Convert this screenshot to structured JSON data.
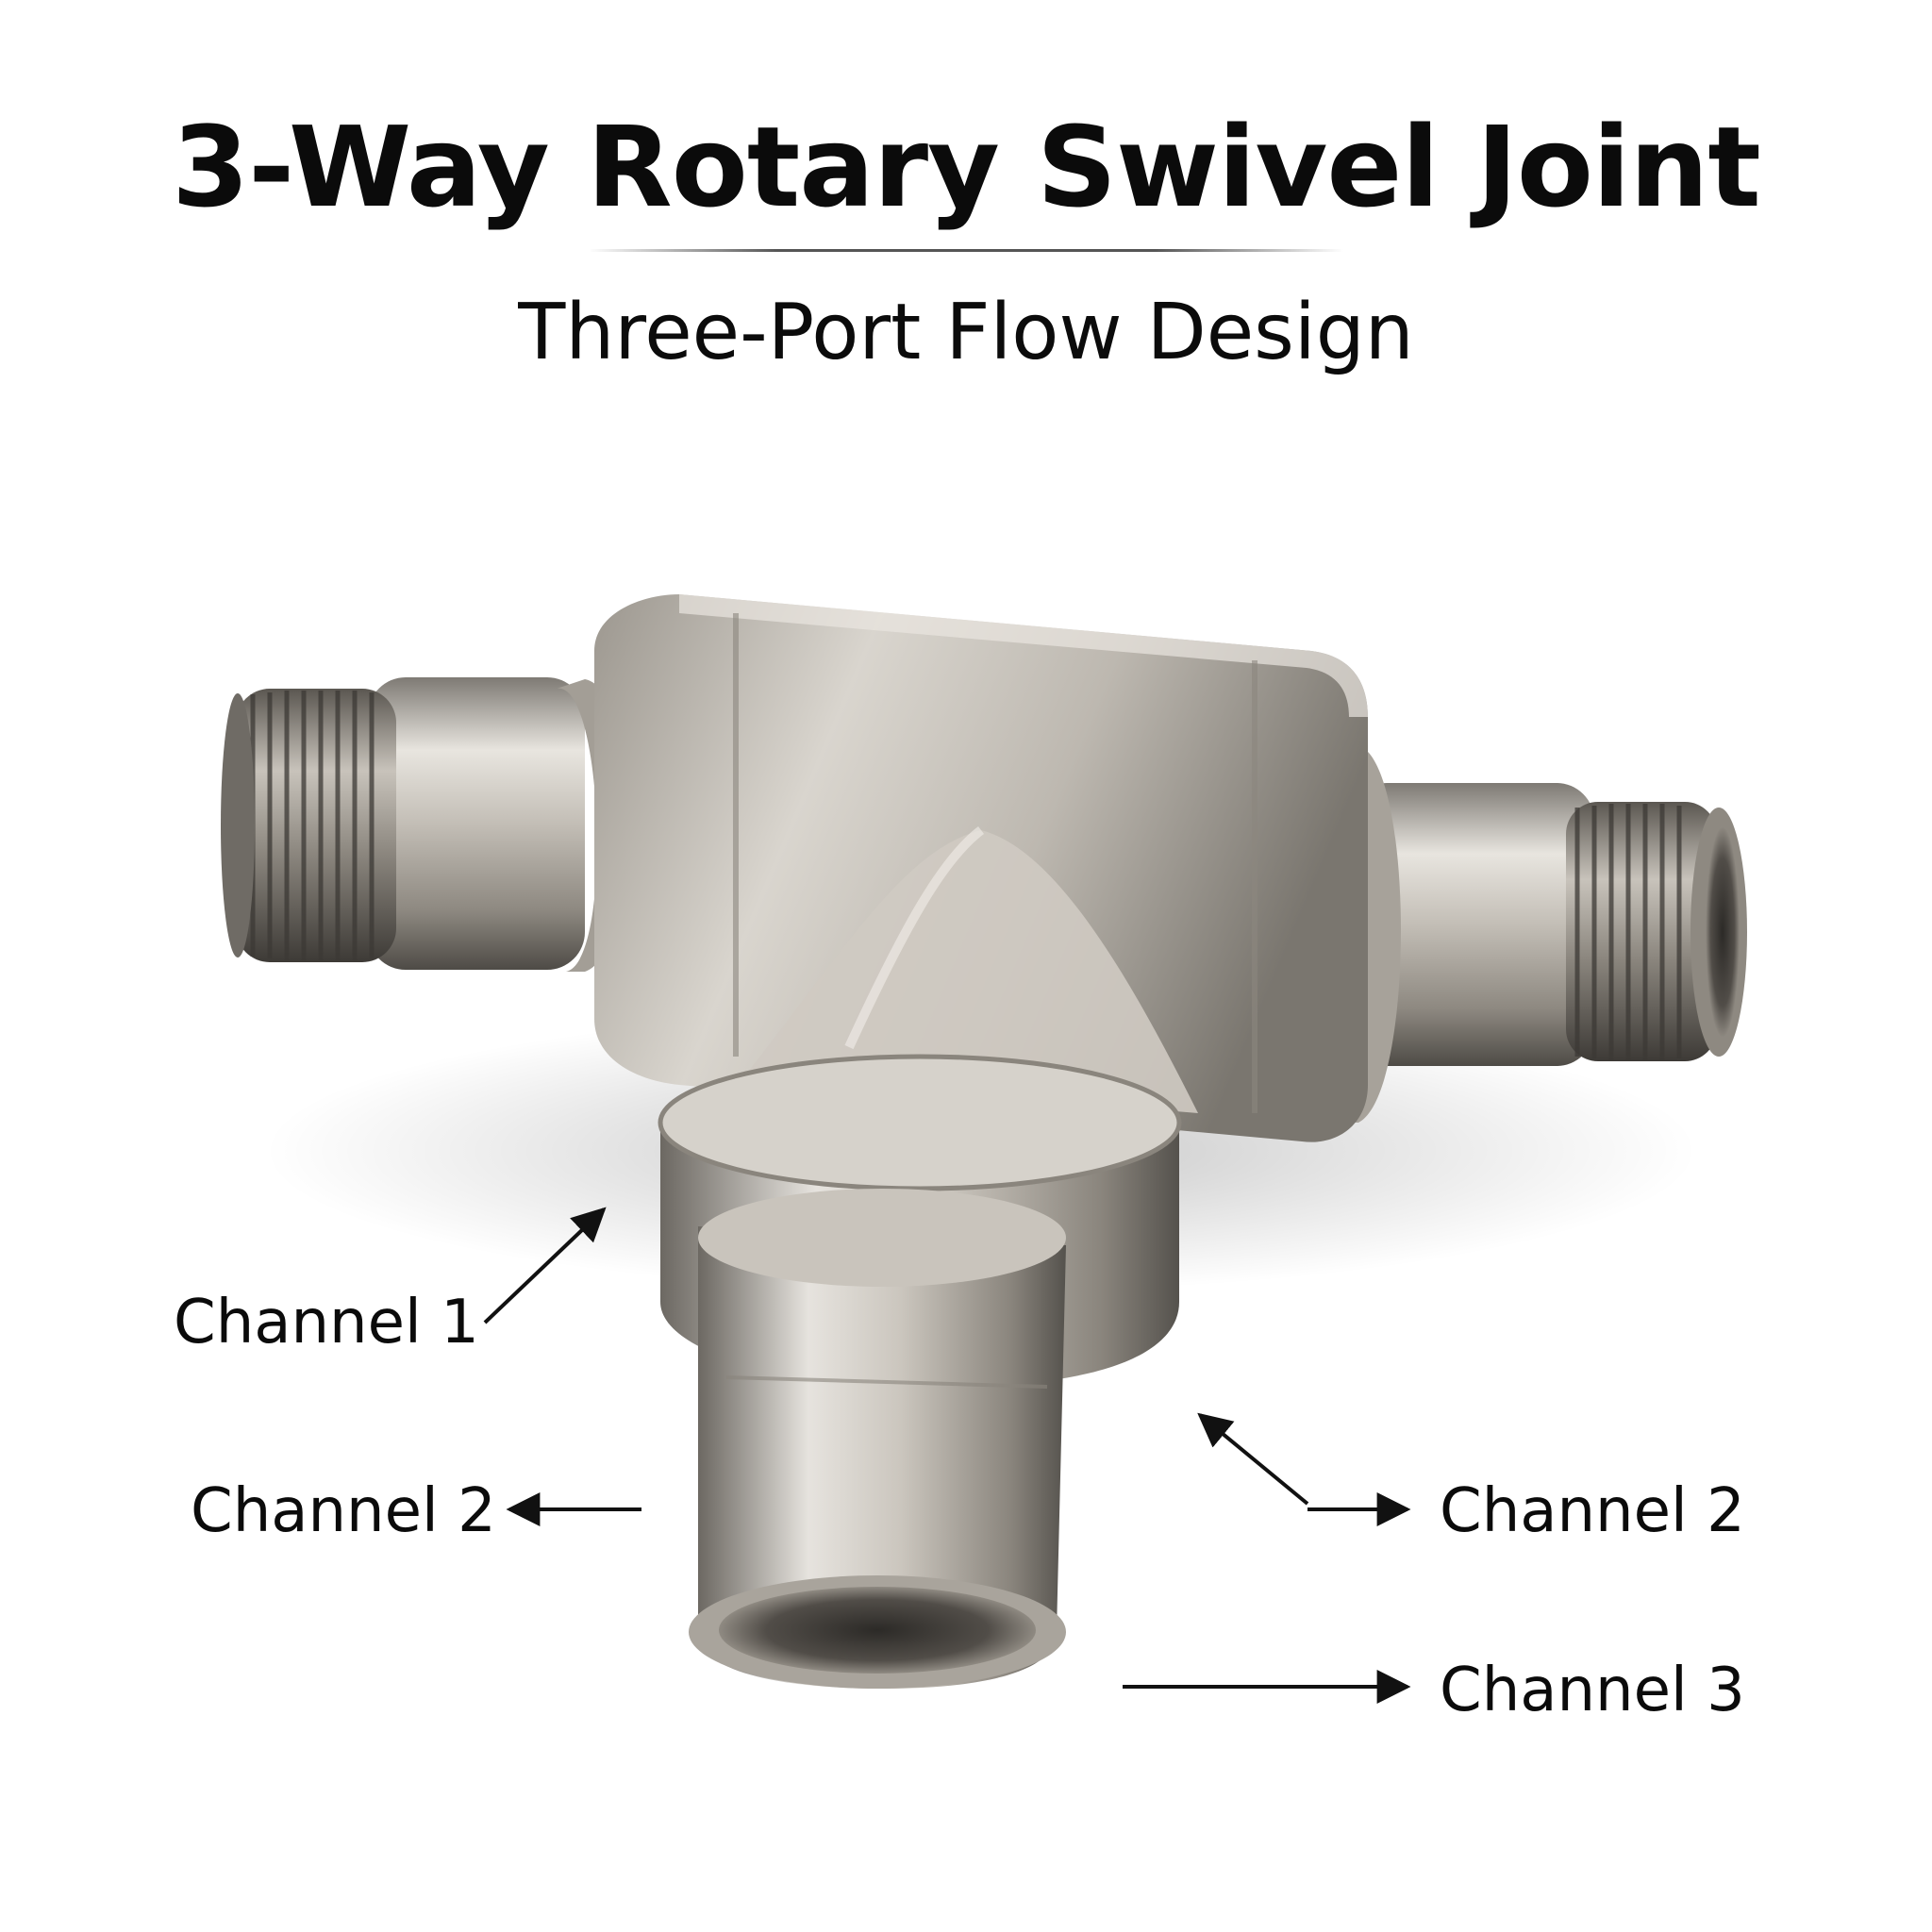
{
  "header": {
    "title": "3-Way Rotary Swivel Joint",
    "subtitle": "Three-Port Flow Design"
  },
  "callouts": [
    {
      "label": "Channel 1"
    },
    {
      "label": "Channel 2"
    },
    {
      "label": "Channel 2"
    },
    {
      "label": "Channel 3"
    }
  ],
  "colors": {
    "background": "#ffffff",
    "text": "#0b0b0b",
    "metal_light": "#e4e1dc",
    "metal_mid": "#b3aea6",
    "metal_dark": "#5d5a55"
  }
}
